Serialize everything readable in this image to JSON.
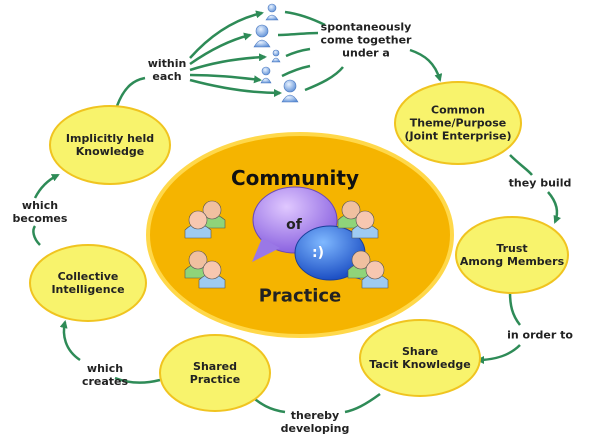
{
  "center": {
    "line1": "Community",
    "line2": "of",
    "line3": "Practice",
    "smiley": ":)"
  },
  "nodes": [
    {
      "id": "common-theme",
      "lines": [
        "Common",
        "Theme/Purpose",
        "(Joint Enterprise)"
      ]
    },
    {
      "id": "trust",
      "lines": [
        "Trust",
        "Among Members"
      ]
    },
    {
      "id": "share-tacit",
      "lines": [
        "Share",
        "Tacit Knowledge"
      ]
    },
    {
      "id": "shared-practice",
      "lines": [
        "Shared",
        "Practice"
      ]
    },
    {
      "id": "collective-intelligence",
      "lines": [
        "Collective",
        "Intelligence"
      ]
    },
    {
      "id": "implicit-knowledge",
      "lines": [
        "Implicitly held",
        "Knowledge"
      ]
    }
  ],
  "connectors": [
    {
      "id": "within-each",
      "lines": [
        "within",
        "each"
      ]
    },
    {
      "id": "spontaneously",
      "lines": [
        "spontaneously",
        "come together",
        "under a"
      ]
    },
    {
      "id": "they-build",
      "lines": [
        "they build"
      ]
    },
    {
      "id": "in-order-to",
      "lines": [
        "in order to"
      ]
    },
    {
      "id": "thereby-developing",
      "lines": [
        "thereby",
        "developing"
      ]
    },
    {
      "id": "which-creates",
      "lines": [
        "which",
        "creates"
      ]
    },
    {
      "id": "which-becomes",
      "lines": [
        "which",
        "becomes"
      ]
    }
  ],
  "colors": {
    "center_fill": "#f5b400",
    "center_border": "#ffd84a",
    "node_fill": "#f8f36c",
    "node_border": "#f0c420",
    "arrow": "#2e8b57"
  }
}
